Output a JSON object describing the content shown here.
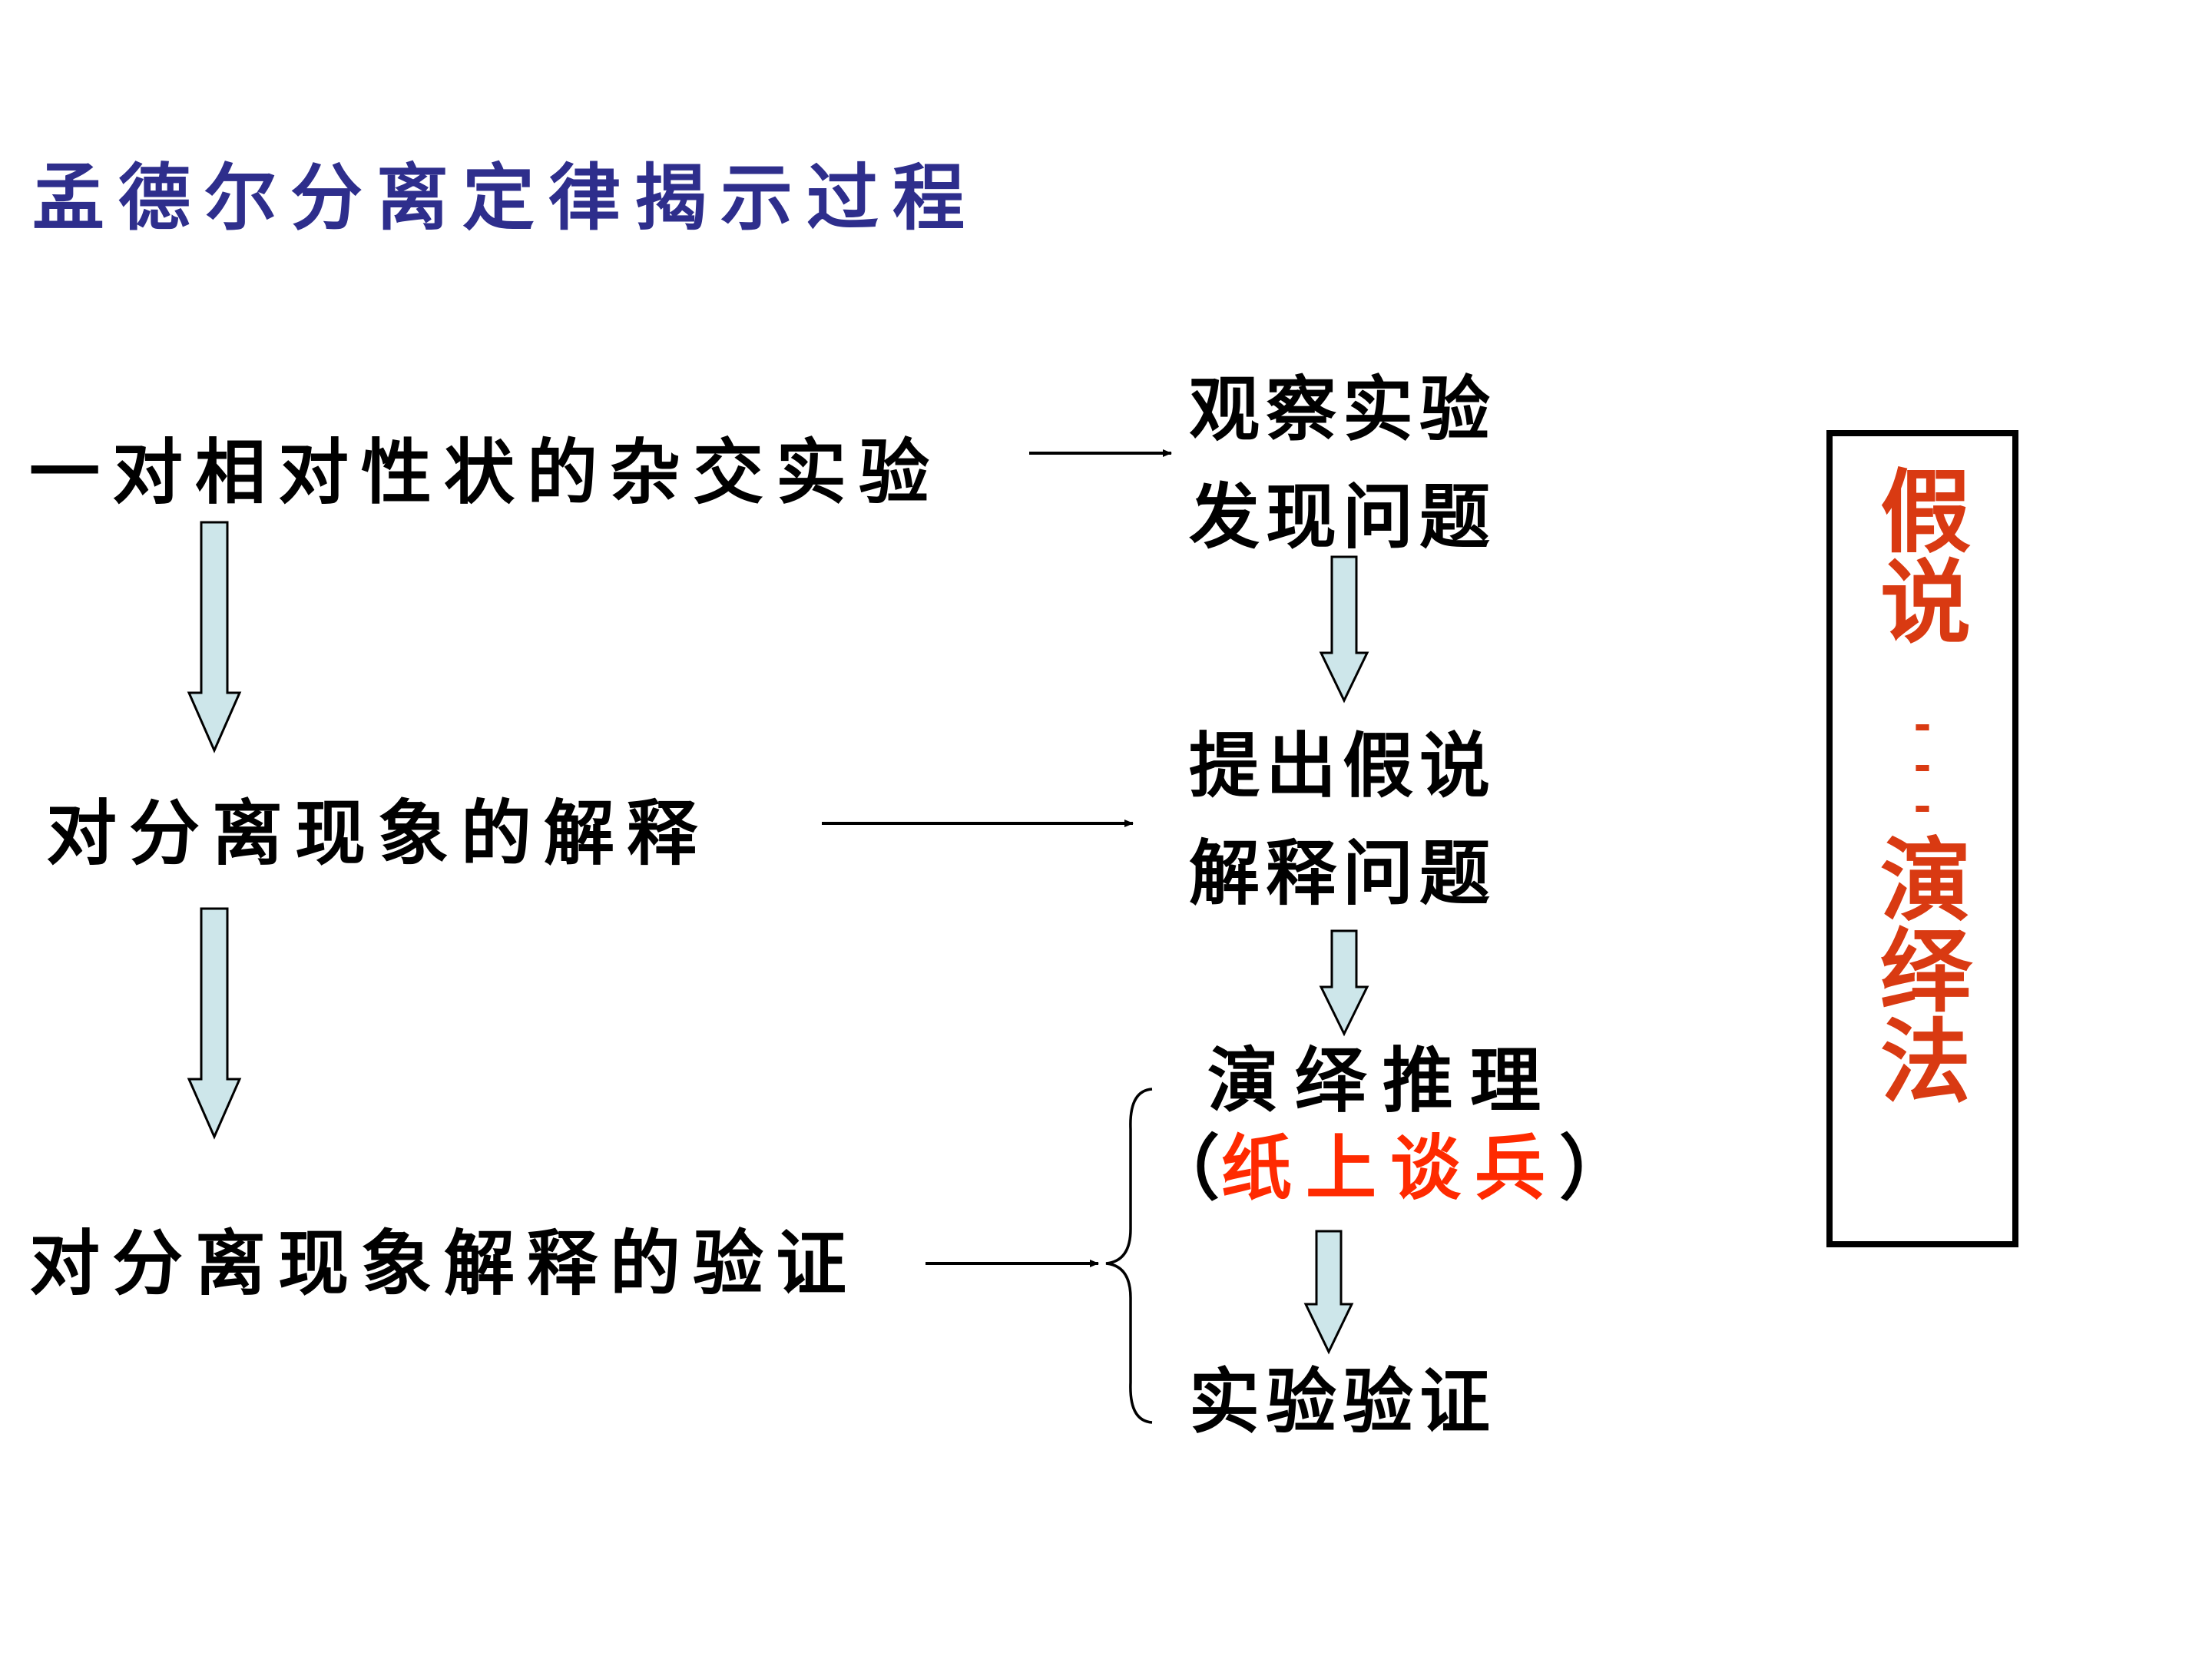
{
  "title": "孟德尔分离定律揭示过程",
  "steps": [
    "一对相对性状的杂交实验",
    "对分离现象的解释",
    "对分离现象解释的验证"
  ],
  "labels": {
    "observe": "观察实验",
    "find": "发现问题",
    "propose": "提出假说",
    "explain": "解释问题",
    "deduce": "演绎推理",
    "paren_open": "（",
    "paper": "纸上谈兵",
    "paren_close": "）",
    "verify": "实验验证"
  },
  "side_box": {
    "top": "假说",
    "dashes": "---",
    "bottom": "演绎法"
  },
  "colors": {
    "title": "#2e2e8c",
    "text": "#000000",
    "highlight": "#ff2a00",
    "side_text": "#d93a12",
    "arrow_fill": "#cde6ea",
    "arrow_stroke": "#000000"
  }
}
